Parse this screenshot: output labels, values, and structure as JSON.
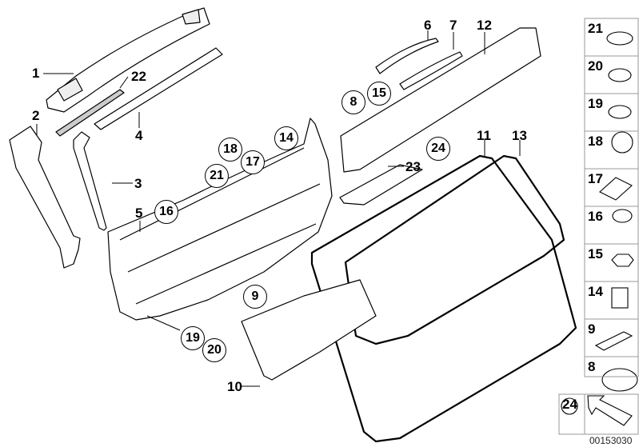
{
  "diagram": {
    "title": "Tailgate trim panel exploded parts diagram",
    "drawing_number": "00153030",
    "callouts": [
      {
        "id": "1",
        "label": "1",
        "style": "plain"
      },
      {
        "id": "2",
        "label": "2",
        "style": "plain"
      },
      {
        "id": "3",
        "label": "3",
        "style": "plain"
      },
      {
        "id": "4",
        "label": "4",
        "style": "plain"
      },
      {
        "id": "5",
        "label": "5",
        "style": "plain"
      },
      {
        "id": "6",
        "label": "6",
        "style": "plain"
      },
      {
        "id": "7",
        "label": "7",
        "style": "plain"
      },
      {
        "id": "10",
        "label": "10",
        "style": "plain"
      },
      {
        "id": "11",
        "label": "11",
        "style": "plain"
      },
      {
        "id": "12",
        "label": "12",
        "style": "plain"
      },
      {
        "id": "13",
        "label": "13",
        "style": "plain"
      },
      {
        "id": "22",
        "label": "22",
        "style": "plain"
      },
      {
        "id": "23",
        "label": "23",
        "style": "plain"
      }
    ],
    "circled": [
      {
        "id": "8",
        "label": "8"
      },
      {
        "id": "15",
        "label": "15"
      },
      {
        "id": "14",
        "label": "14"
      },
      {
        "id": "18",
        "label": "18"
      },
      {
        "id": "17",
        "label": "17"
      },
      {
        "id": "21",
        "label": "21"
      },
      {
        "id": "16",
        "label": "16"
      },
      {
        "id": "9",
        "label": "9"
      },
      {
        "id": "19",
        "label": "19"
      },
      {
        "id": "20",
        "label": "20"
      },
      {
        "id": "24",
        "label": "24"
      }
    ],
    "legend": [
      {
        "num": "21",
        "part": "cap-icon"
      },
      {
        "num": "20",
        "part": "expanding-rivet-icon"
      },
      {
        "num": "19",
        "part": "clip-rivet-icon"
      },
      {
        "num": "18",
        "part": "screw-washer-icon"
      },
      {
        "num": "17",
        "part": "clip-nut-icon"
      },
      {
        "num": "16",
        "part": "bolt-icon"
      },
      {
        "num": "15",
        "part": "hex-nut-icon"
      },
      {
        "num": "14",
        "part": "push-clip-icon"
      },
      {
        "num": "9",
        "part": "bracket-plate-icon"
      },
      {
        "num": "8",
        "part": "cover-cap-icon"
      },
      {
        "num": "24",
        "part": "flat-head-screw-icon"
      }
    ],
    "legend_arrow": "direction-arrow-icon"
  }
}
